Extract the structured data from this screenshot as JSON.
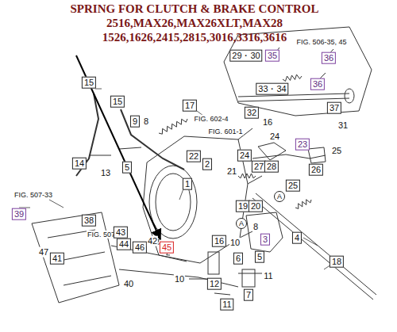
{
  "diagram": {
    "title": "SPRING FOR CLUTCH & BRAKE CONTROL 2516,MAX26,MAX26XLT,MAX28 1526,1626,2415,2815,3016,3316,3616",
    "labels": [
      "FIG. 506-35, 45",
      "29・30",
      "35",
      "36",
      "33・34",
      "36",
      "37",
      "32",
      "16",
      "24",
      "31",
      "23",
      "26",
      "25",
      "15",
      "15",
      "9",
      "8",
      "17",
      "FIG. 602-4",
      "14",
      "13",
      "5",
      "22",
      "2",
      "FIG. 601-1",
      "1",
      "24",
      "27",
      "28",
      "21",
      "25",
      "A",
      "FIG. 507-33",
      "39",
      "38",
      "FIG. 507-30",
      "43",
      "44",
      "46",
      "42",
      "45",
      "47",
      "41",
      "40",
      "19",
      "20",
      "A",
      "8",
      "3",
      "16",
      "10",
      "6",
      "5",
      "4",
      "12",
      "7",
      "11",
      "11",
      "10",
      "18"
    ]
  }
}
